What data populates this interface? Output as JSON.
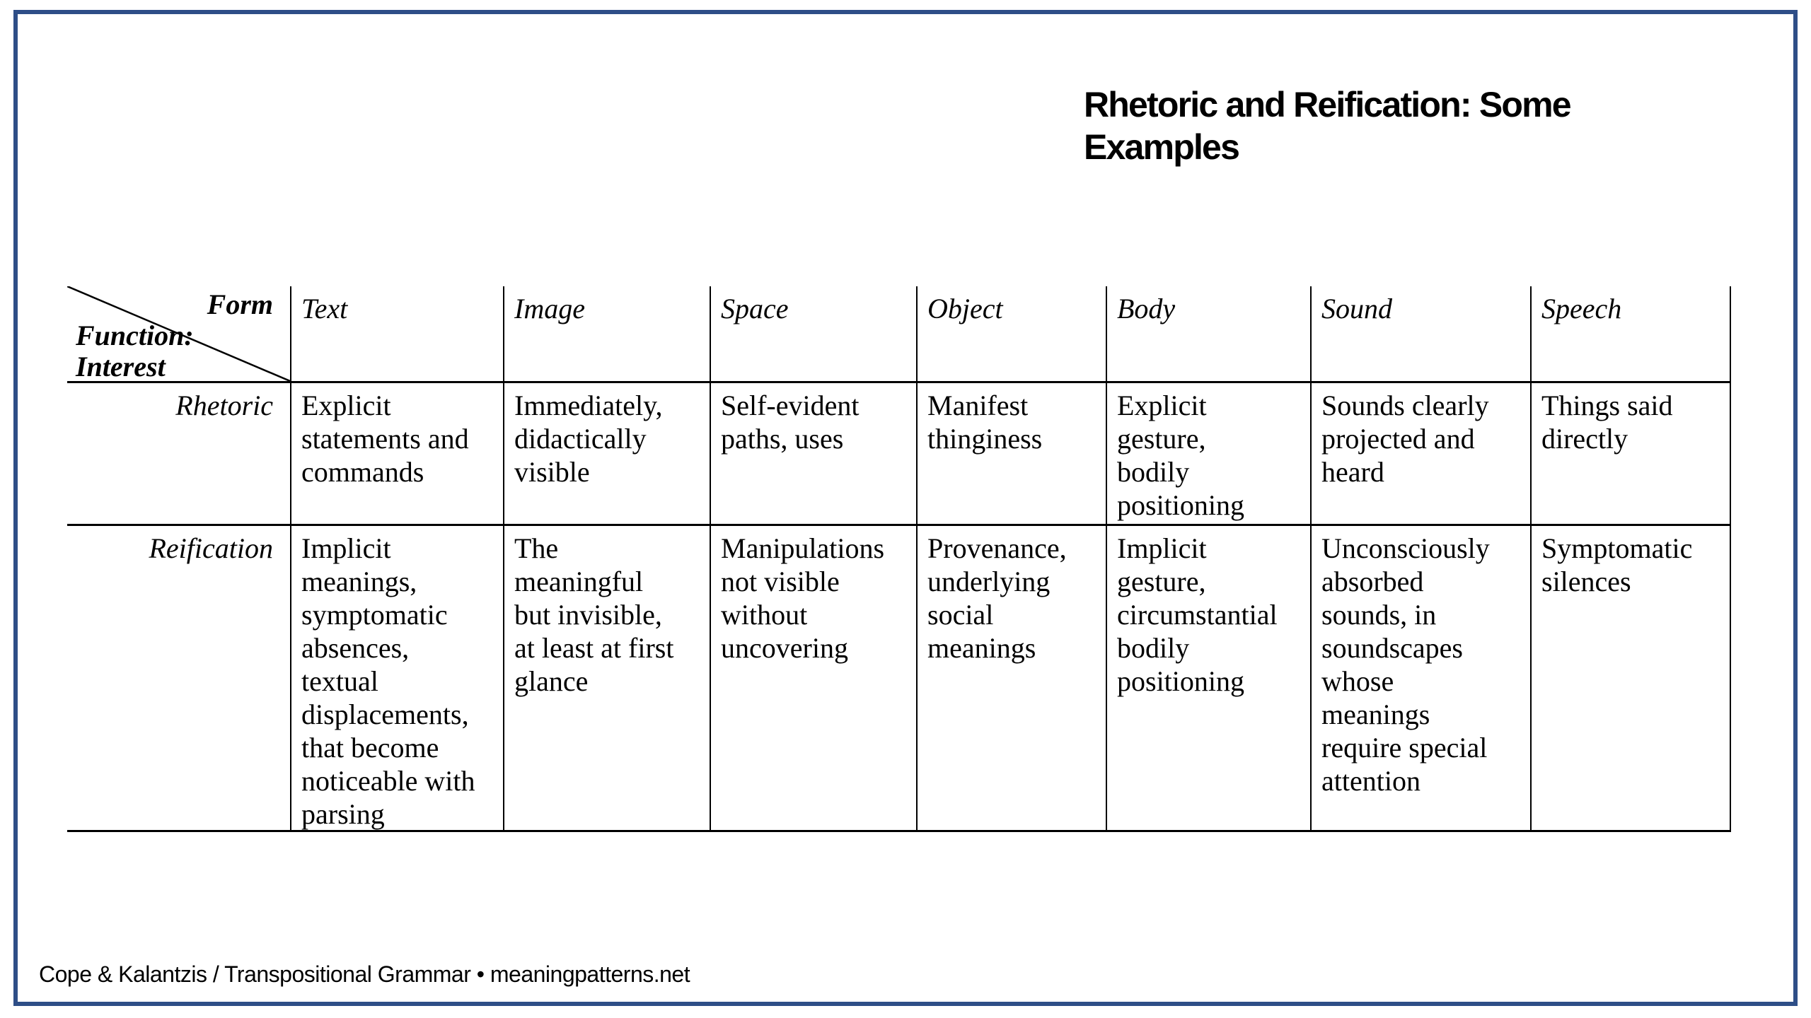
{
  "title": {
    "line1": "Rhetoric and Reification: Some",
    "line2": "Examples"
  },
  "colors": {
    "page_border": "#2e4e87",
    "table_lines": "#000000",
    "text": "#000000",
    "background": "#ffffff"
  },
  "table": {
    "corner": {
      "form_label": "Form",
      "function_label": "Function:",
      "interest_label": "Interest"
    },
    "column_headers": [
      "Text",
      "Image",
      "Space",
      "Object",
      "Body",
      "Sound",
      "Speech"
    ],
    "rows": [
      {
        "label": "Rhetoric",
        "cells": [
          "Explicit statements and commands",
          "Immediately, didactically visible",
          "Self-evident paths, uses",
          "Manifest thinginess",
          "Explicit gesture, bodily positioning",
          "Sounds clearly projected and heard",
          "Things said directly"
        ]
      },
      {
        "label": "Reification",
        "cells": [
          "Implicit meanings, symptomatic absences, textual displacements, that become noticeable with parsing",
          "The meaningful but invisible, at least at first glance",
          "Manipulations not visible without uncovering",
          "Provenance, underlying social meanings",
          "Implicit gesture, circumstantial bodily positioning",
          "Unconsciously absorbed sounds, in soundscapes whose meanings require special attention",
          "Symptomatic silences"
        ]
      }
    ]
  },
  "footer": {
    "text": "Cope & Kalantzis / Transpositional Grammar • meaningpatterns.net"
  }
}
